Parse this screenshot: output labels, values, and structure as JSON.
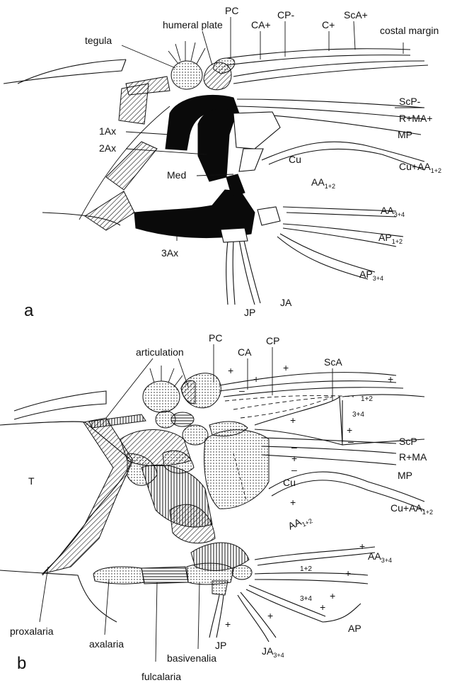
{
  "panel_a": {
    "panel_label": "a",
    "labels": {
      "PC": "PC",
      "CA": "CA+",
      "CP": "CP-",
      "C": "C+",
      "ScA": "ScA+",
      "costal_margin": "costal margin",
      "humeral_plate": "humeral plate",
      "tegula": "tegula",
      "ScP": "ScP-",
      "RMA": "R+MA+",
      "MP": "MP",
      "Ax1": "1Ax",
      "Ax2": "2Ax",
      "Med": "Med",
      "Cu": "Cu",
      "CuAA_base": "Cu+AA",
      "CuAA_sub": "1+2",
      "AA12_base": "AA",
      "AA12_sub": "1+2",
      "AA34_base": "AA",
      "AA34_sub": "3+4",
      "AP12_base": "AP",
      "AP12_sub": "1+2",
      "AP34_base": "AP",
      "AP34_sub": "3+4",
      "Ax3": "3Ax",
      "JP": "JP",
      "JA": "JA"
    }
  },
  "panel_b": {
    "panel_label": "b",
    "labels": {
      "articulation": "articulation",
      "PC": "PC",
      "CA": "CA",
      "CP": "CP",
      "ScA": "ScA",
      "ScP": "ScP",
      "RMA": "R+MA",
      "MP": "MP",
      "T": "T",
      "Cu": "Cu",
      "CuAA_base": "Cu+AA",
      "CuAA_sub": "1+2",
      "AA12_base": "AA",
      "AA12_sub": "1+2",
      "AA34_base": "AA",
      "AA34_sub": "3+4",
      "frac_12": "1+2",
      "frac_34": "3+4",
      "frac_12_low": "1+2",
      "frac_34_low": "3+4",
      "AP": "AP",
      "proxalaria": "proxalaria",
      "axalaria": "axalaria",
      "fulcalaria": "fulcalaria",
      "basivenalia": "basivenalia",
      "JP": "JP",
      "JA34_base": "JA",
      "JA34_sub": "3+4"
    },
    "plus_sign": "+",
    "minus_sign": "–"
  }
}
